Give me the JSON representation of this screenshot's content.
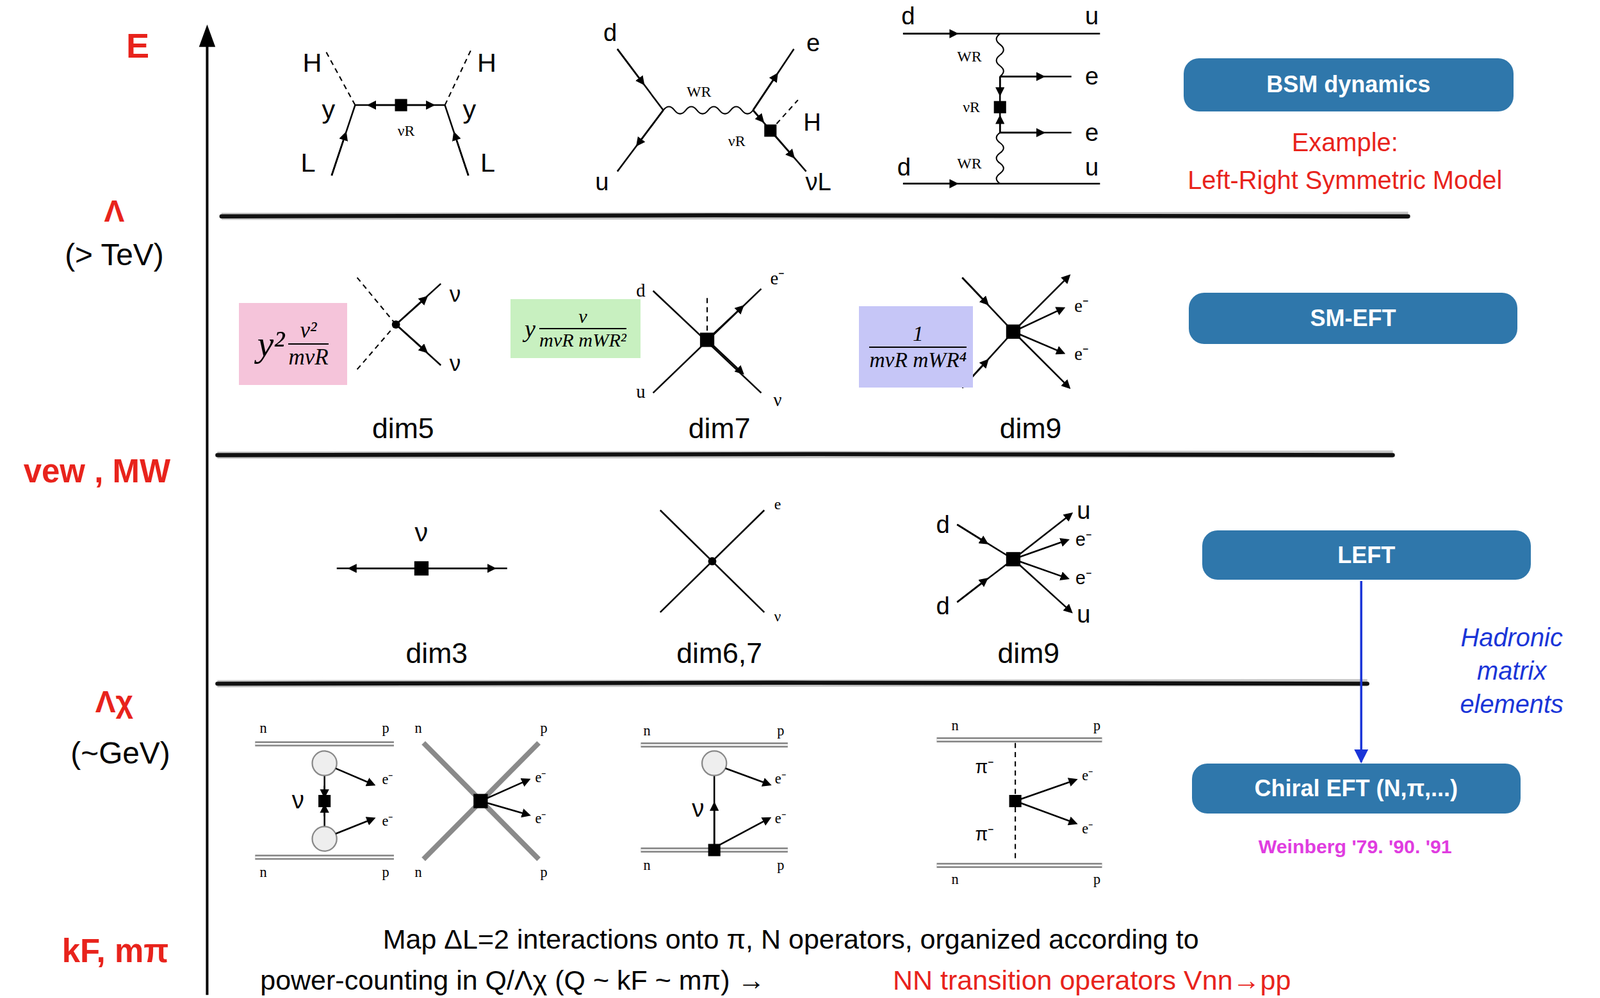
{
  "diagram": {
    "nodes": [
      {
        "text": [
          "BSM dynamics"
        ]
      },
      {
        "text": [
          "y²",
          "v²",
          "mνR"
        ]
      },
      {
        "text": [
          "y",
          "v",
          "mνR mWR²"
        ]
      },
      {
        "text": [
          "1",
          "mνR mWR⁴"
        ]
      },
      {
        "text": [
          "SM-EFT"
        ]
      },
      {
        "text": [
          "LEFT"
        ]
      },
      {
        "text": [
          "Chiral EFT (N,π,...)"
        ]
      }
    ],
    "edges": [
      {
        "from": 5,
        "to": 6,
        "arrow": "to",
        "label": "Hadronic matrix elements"
      }
    ],
    "labels": [
      "E",
      "Λ",
      "(> TeV)",
      "vew , MW",
      "Λχ",
      "(~GeV)",
      "kF, mπ",
      "H",
      "H",
      "y",
      "y",
      "L",
      "L",
      "νR",
      "d",
      "e",
      "WR",
      "νR",
      "H",
      "u",
      "νL",
      "d",
      "u",
      "WR",
      "e",
      "νR",
      "e",
      "d",
      "WR",
      "u",
      "Example:",
      "Left-Right Symmetric Model",
      "ν",
      "ν",
      "d",
      "e⁻",
      "u",
      "ν",
      "e⁻",
      "e⁻",
      "dim5",
      "dim7",
      "dim9",
      "ν",
      "dim3",
      "e",
      "ν",
      "dim6,7",
      "d",
      "u",
      "e⁻",
      "e⁻",
      "d",
      "u",
      "dim9",
      "n",
      "p",
      "e⁻",
      "ν",
      "e⁻",
      "n",
      "p",
      "n",
      "p",
      "e⁻",
      "e⁻",
      "n",
      "p",
      "n",
      "p",
      "e⁻",
      "ν",
      "e⁻",
      "n",
      "p",
      "n",
      "p",
      "π⁻",
      "e⁻",
      "π⁻",
      "e⁻",
      "n",
      "p",
      "Weinberg '79. '90. '91",
      "Map ΔL=2 interactions onto π, N operators, organized according to",
      "power-counting in Q/Λχ (Q ~ kF ~ mπ) →",
      "NN transition operators Vnn→pp"
    ]
  }
}
